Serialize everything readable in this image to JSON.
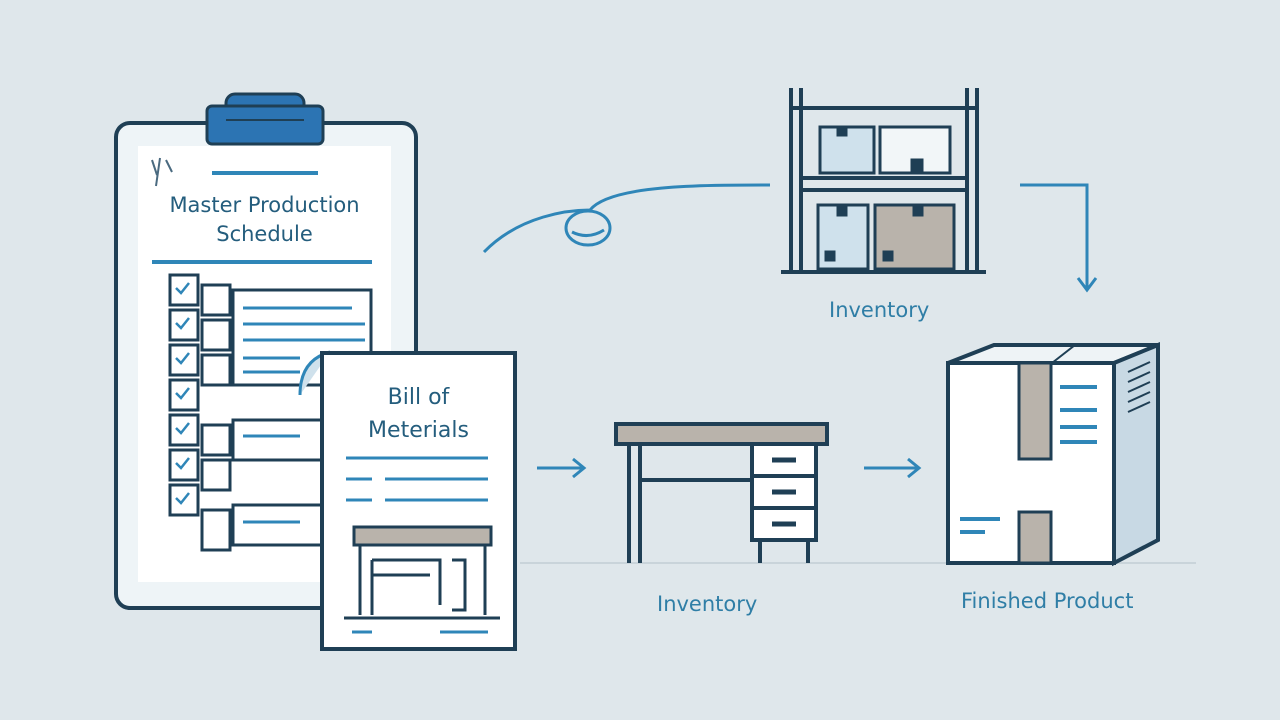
{
  "mps": {
    "title_line1": "Master Production",
    "title_line2": "Schedule"
  },
  "bom": {
    "title_line1": "Bill of",
    "title_line2": "Meterials"
  },
  "labels": {
    "inventory_top": "Inventory",
    "inventory_bottom": "Inventory",
    "finished_product": "Finished Product"
  },
  "colors": {
    "background": "#dfe7eb",
    "outline": "#1f3f55",
    "accent": "#2f86b8",
    "label": "#2f7ea6",
    "clip": "#2c74b3"
  }
}
